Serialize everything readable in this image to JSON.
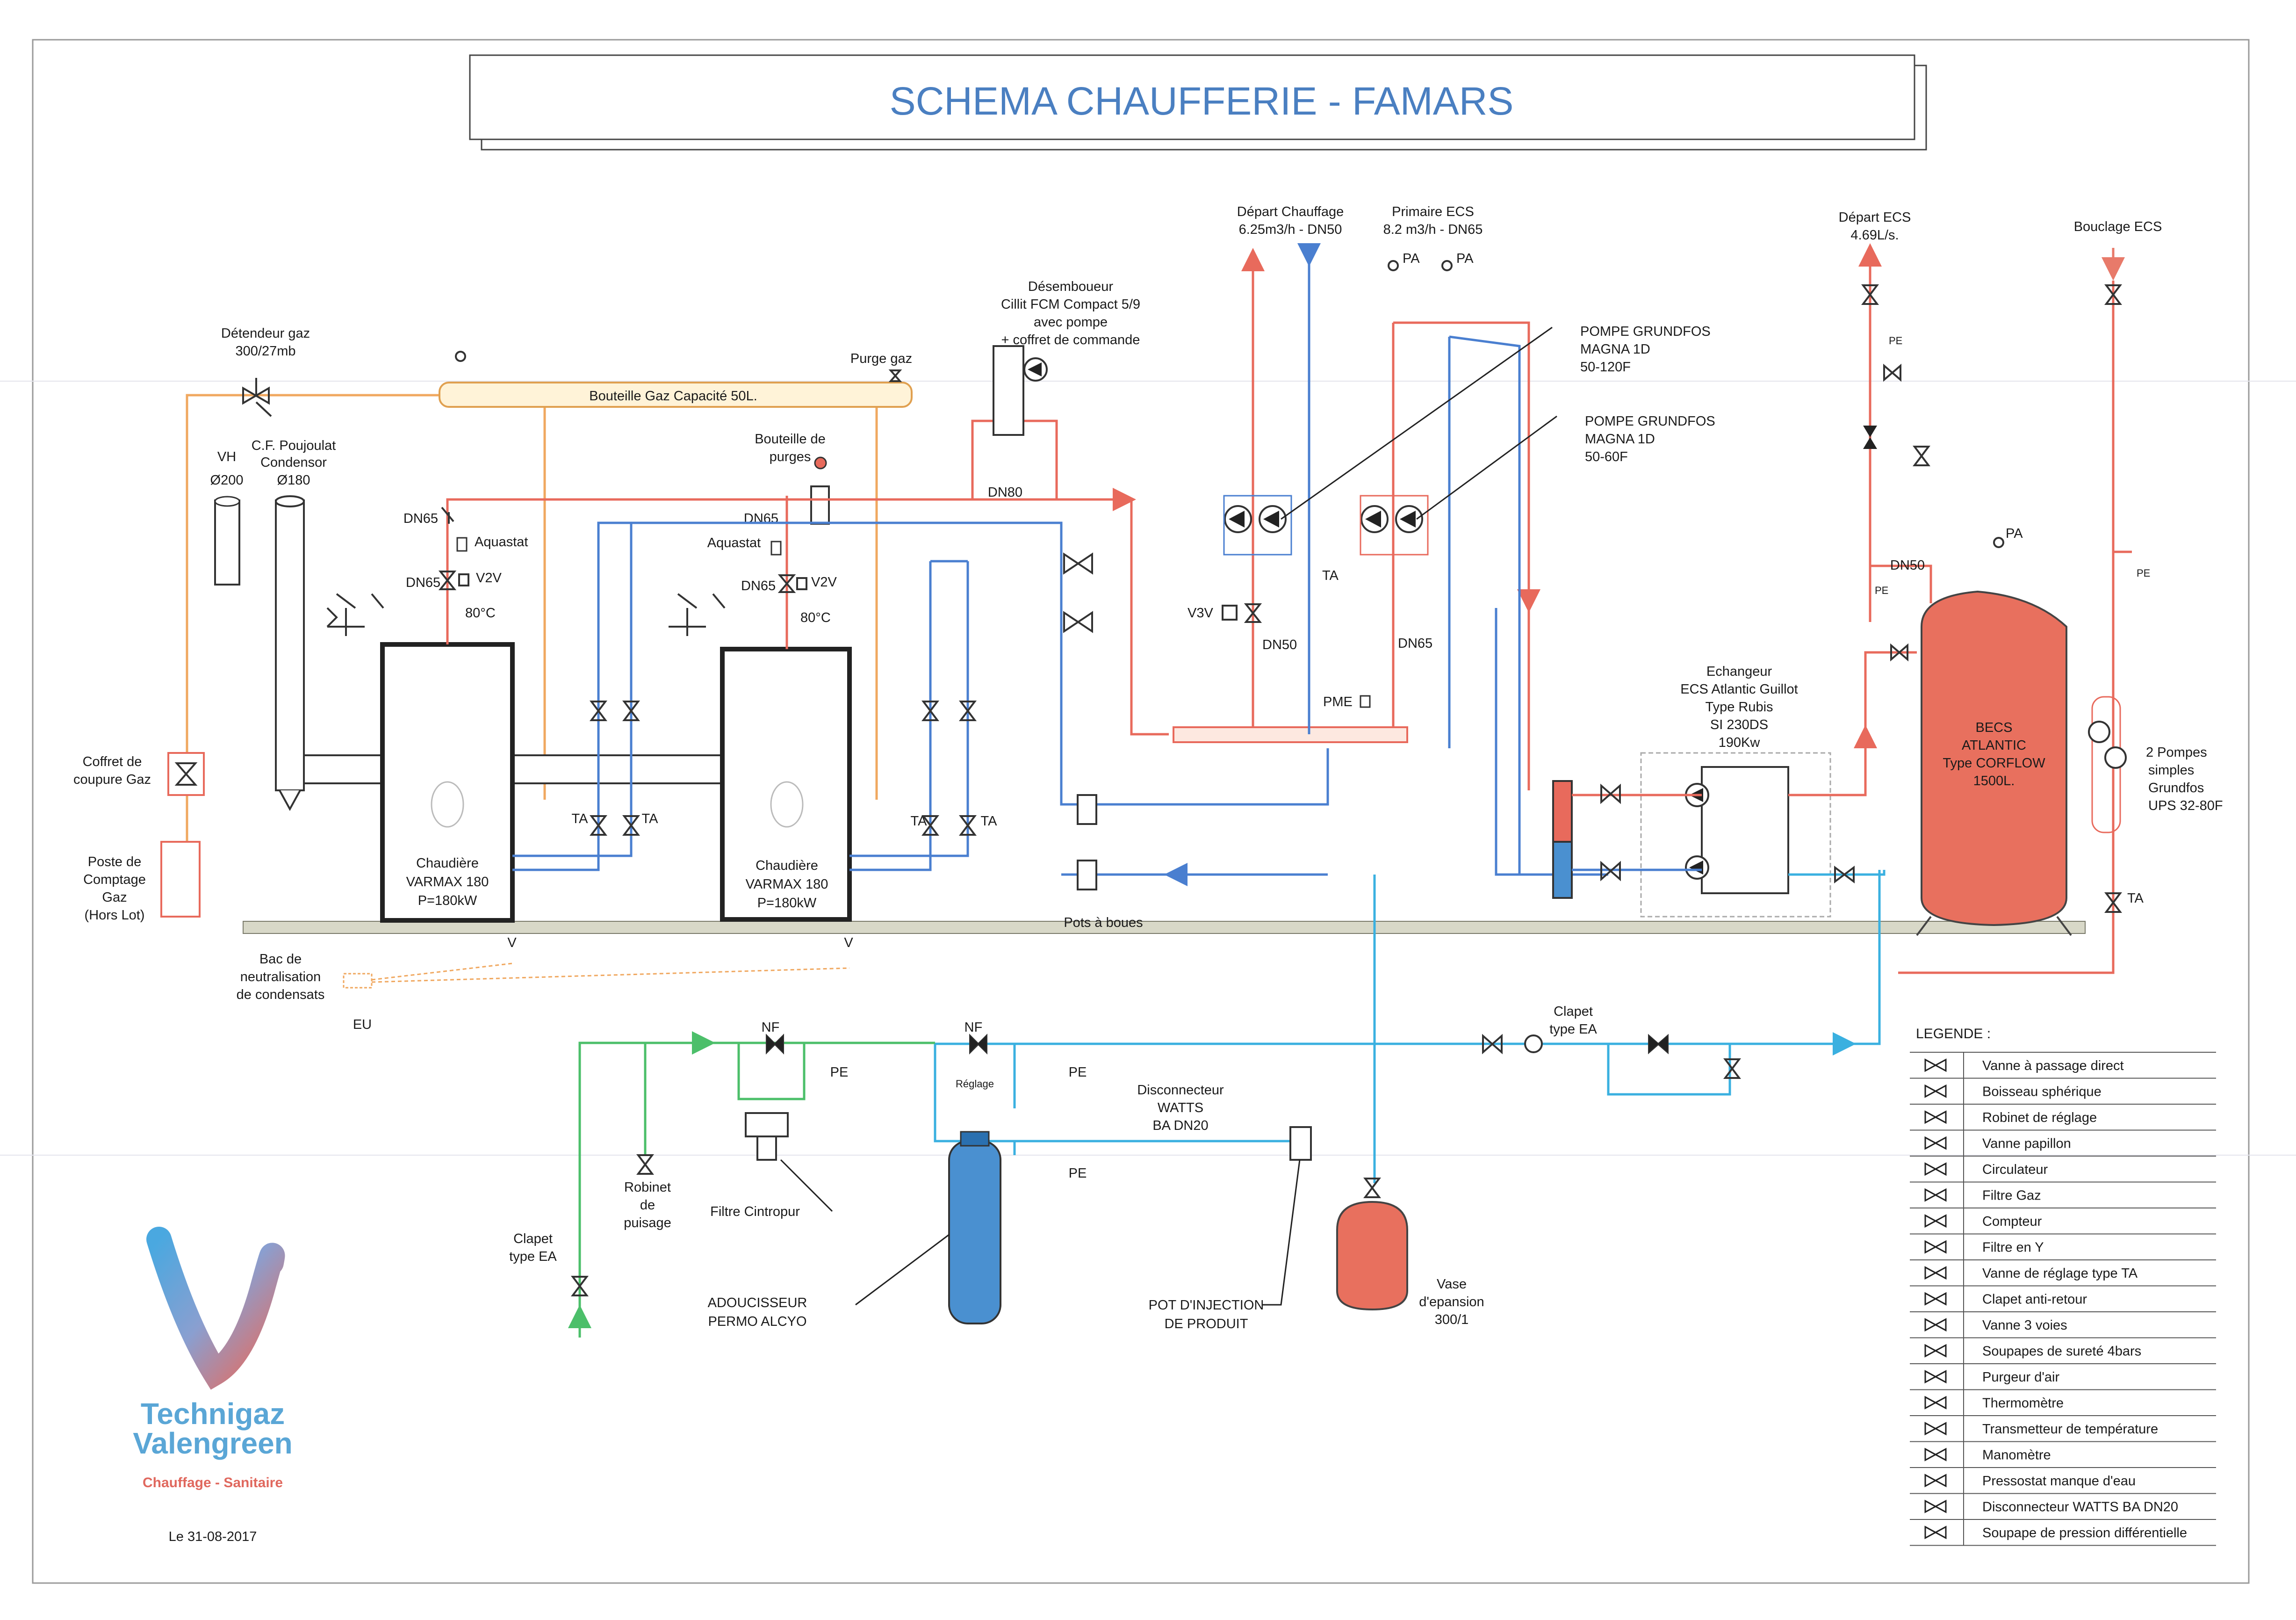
{
  "title": "SCHEMA CHAUFFERIE - FAMARS",
  "labels": {
    "detendeur": [
      "Détendeur gaz",
      "300/27mb"
    ],
    "purge_gaz": "Purge gaz",
    "bouteille_gaz": "Bouteille Gaz Capacité 50L.",
    "desemboueur": [
      "Désemboueur",
      "Cillit FCM Compact 5/9",
      "avec pompe",
      "+ coffret de commande"
    ],
    "bouteille_purges": [
      "Bouteille de",
      "purges"
    ],
    "depart_chauffage": [
      "Départ Chauffage",
      "6.25m3/h - DN50"
    ],
    "primaire_ecs": [
      "Primaire ECS",
      "8.2 m3/h - DN65"
    ],
    "pompe1": [
      "POMPE GRUNDFOS",
      "MAGNA 1D",
      "50-120F"
    ],
    "pompe2": [
      "POMPE GRUNDFOS",
      "MAGNA 1D",
      "50-60F"
    ],
    "depart_ecs": [
      "Départ ECS",
      "4.69L/s."
    ],
    "bouclage_ecs": "Bouclage ECS",
    "vh": [
      "VH",
      "Ø200"
    ],
    "cf": [
      "C.F. Poujoulat",
      "Condensor",
      "Ø180"
    ],
    "dn65": "DN65",
    "dn80": "DN80",
    "dn50": "DN50",
    "aquastat": "Aquastat",
    "v2v": "V2V",
    "deg80": "80°C",
    "pa": "PA",
    "pe": "PE",
    "ta": "TA",
    "v3v": "V3V",
    "pme": "PME",
    "nf": "NF",
    "v": "V",
    "reglage": "Réglage",
    "chaudiere": [
      "Chaudière",
      "VARMAX 180",
      "P=180kW"
    ],
    "coffret": [
      "Coffret de",
      "coupure Gaz"
    ],
    "poste": [
      "Poste de",
      "Comptage",
      "Gaz",
      "(Hors Lot)"
    ],
    "bac": [
      "Bac de",
      "neutralisation",
      "de condensats"
    ],
    "eu": "EU",
    "pots": "Pots à boues",
    "echangeur": [
      "Echangeur",
      "ECS Atlantic Guillot",
      "Type Rubis",
      "SI 230DS",
      "190Kw"
    ],
    "becs": [
      "BECS",
      "ATLANTIC",
      "Type CORFLOW",
      "1500L."
    ],
    "pompes_ups": [
      "2 Pompes",
      "simples",
      "Grundfos",
      "UPS 32-80F"
    ],
    "clapet_ea": [
      "Clapet",
      "type EA"
    ],
    "robinet_puisage": [
      "Robinet",
      "de",
      "puisage"
    ],
    "filtre_cintropur": "Filtre Cintropur",
    "disconnecteur": [
      "Disconnecteur",
      "WATTS",
      "BA DN20"
    ],
    "adoucisseur": [
      "ADOUCISSEUR",
      "PERMO ALCYO"
    ],
    "pot_injection": [
      "POT D'INJECTION",
      "DE PRODUIT"
    ],
    "vase": [
      "Vase",
      "d'epansion",
      "300/1"
    ]
  },
  "legend": {
    "title": "LEGENDE :",
    "items": [
      {
        "icon": "gate-valve-icon",
        "label": "Vanne à passage direct"
      },
      {
        "icon": "ball-valve-icon",
        "label": "Boisseau sphérique"
      },
      {
        "icon": "balancing-valve-icon",
        "label": "Robinet de réglage"
      },
      {
        "icon": "butterfly-valve-icon",
        "label": "Vanne papillon"
      },
      {
        "icon": "circulator-icon",
        "label": "Circulateur"
      },
      {
        "icon": "gas-filter-icon",
        "label": "Filtre Gaz"
      },
      {
        "icon": "meter-icon",
        "label": "Compteur"
      },
      {
        "icon": "y-filter-icon",
        "label": "Filtre en Y"
      },
      {
        "icon": "ta-valve-icon",
        "label": "Vanne de réglage type TA"
      },
      {
        "icon": "check-valve-icon",
        "label": "Clapet anti-retour"
      },
      {
        "icon": "three-way-valve-icon",
        "label": "Vanne 3 voies"
      },
      {
        "icon": "safety-valve-icon",
        "label": "Soupapes de sureté 4bars"
      },
      {
        "icon": "air-vent-icon",
        "label": "Purgeur d'air"
      },
      {
        "icon": "thermometer-icon",
        "label": "Thermomètre"
      },
      {
        "icon": "temp-transmitter-icon",
        "label": "Transmetteur de température"
      },
      {
        "icon": "manometer-icon",
        "label": "Manomètre"
      },
      {
        "icon": "pressure-switch-icon",
        "label": "Pressostat manque d'eau"
      },
      {
        "icon": "backflow-preventer-icon",
        "label": "Disconnecteur WATTS BA DN20"
      },
      {
        "icon": "differential-valve-icon",
        "label": "Soupape de pression différentielle"
      }
    ]
  },
  "brand": {
    "name1": "Technigaz",
    "name2": "Valengreen",
    "tagline": "Chauffage - Sanitaire"
  },
  "date": "Le 31-08-2017",
  "colors": {
    "hot": "#e86a5c",
    "cold": "#4a7fd0",
    "gas": "#f0a860",
    "ecs": "#e87a6a",
    "cold_water": "#3ab0e0",
    "green": "#4cbf6a",
    "vessel": "#e8705e",
    "softener": "#4a90d0"
  }
}
